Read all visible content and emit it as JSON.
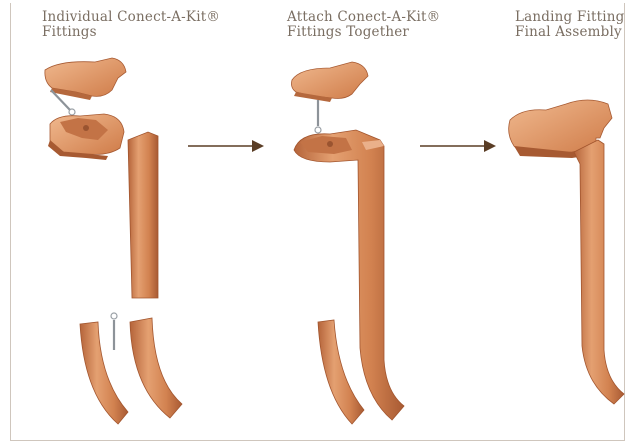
{
  "steps": [
    {
      "line1": "Individual Conect-A-Kit®",
      "line2": "Fittings"
    },
    {
      "line1": "Attach Conect-A-Kit®",
      "line2": "Fittings Together"
    },
    {
      "line1": "Landing Fitting",
      "line2": "Final Assembly"
    }
  ],
  "colors": {
    "wood_light": "#e7a67a",
    "wood_mid": "#cf7f4f",
    "wood_dark": "#a75a32",
    "arrow": "#5a3d25",
    "caption": "#7a6e62",
    "frame": "#cfc6bd",
    "bolt": "#9aa0a6"
  },
  "icons": [
    "right-arrow-icon",
    "bolt-icon"
  ]
}
